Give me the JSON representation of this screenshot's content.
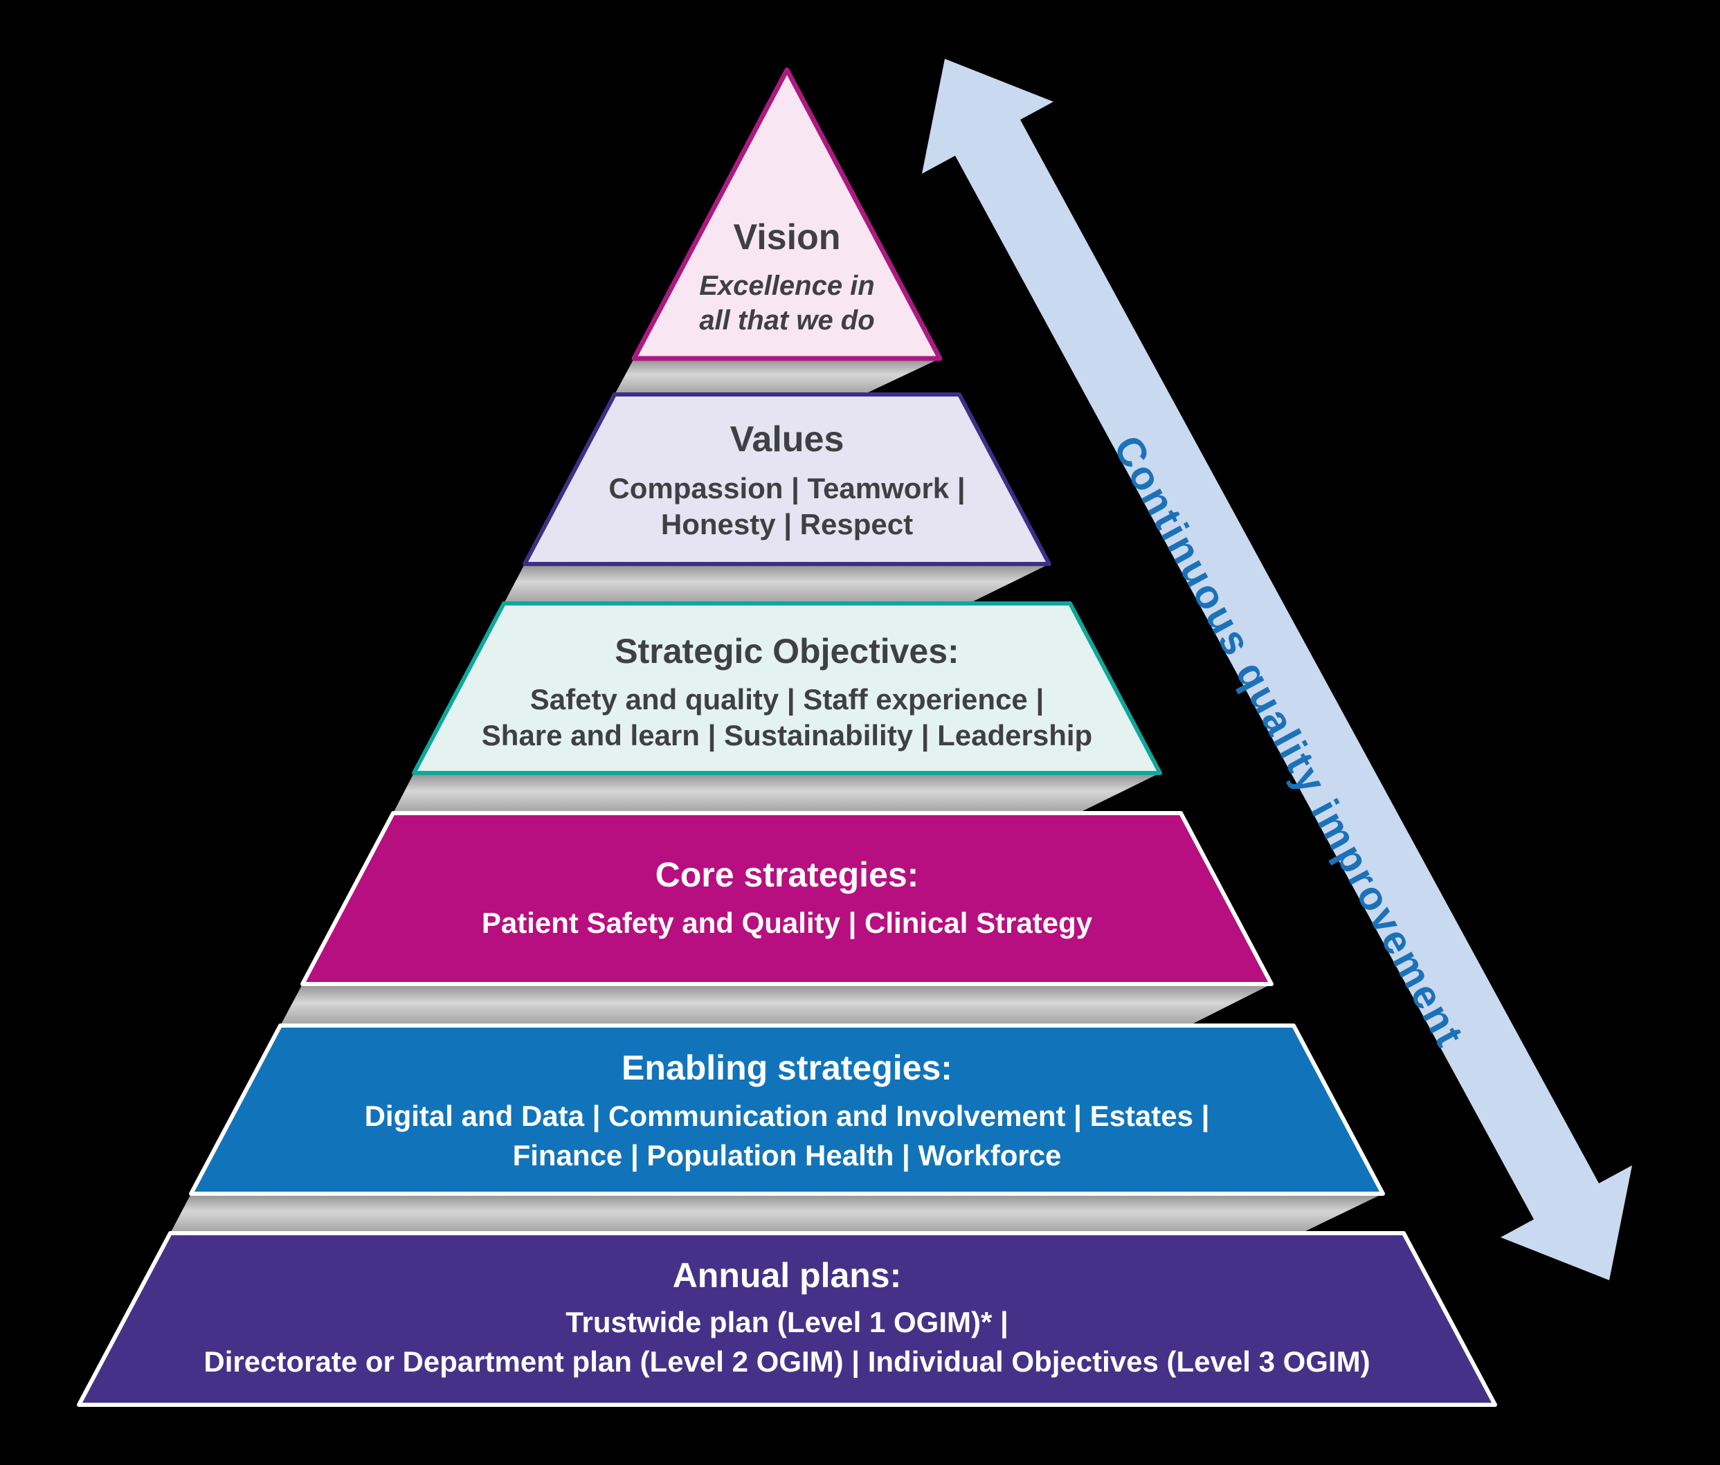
{
  "diagram": {
    "background": "#000000",
    "levels": [
      {
        "id": "vision",
        "title": "Vision",
        "lines": [
          "Excellence in",
          "all that we do"
        ],
        "fill": "#f8e7f2",
        "border": "#ab1a80",
        "text_color": "#3f4043"
      },
      {
        "id": "values",
        "title": "Values",
        "lines": [
          "Compassion | Teamwork |",
          "Honesty | Respect"
        ],
        "fill": "#e6e3f2",
        "border": "#3d2f85",
        "text_color": "#3f4043"
      },
      {
        "id": "strategic-objectives",
        "title": "Strategic Objectives:",
        "lines": [
          "Safety and quality | Staff experience |",
          "Share and learn | Sustainability | Leadership"
        ],
        "fill": "#e5f3f0",
        "border": "#0fa79b",
        "text_color": "#3f4043"
      },
      {
        "id": "core-strategies",
        "title": "Core strategies:",
        "lines": [
          "Patient Safety and Quality | Clinical Strategy"
        ],
        "fill": "#b70f7f",
        "border": "#ffffff",
        "text_color": "#ffffff"
      },
      {
        "id": "enabling-strategies",
        "title": "Enabling strategies:",
        "lines": [
          "Digital and Data | Communication and Involvement | Estates |",
          "Finance | Population Health | Workforce"
        ],
        "fill": "#1174bb",
        "border": "#ffffff",
        "text_color": "#ffffff"
      },
      {
        "id": "annual-plans",
        "title": "Annual plans:",
        "lines": [
          "Trustwide plan (Level 1 OGIM)* |",
          "Directorate or Department plan (Level 2 OGIM) | Individual Objectives (Level 3 OGIM)"
        ],
        "fill": "#463189",
        "border": "#ffffff",
        "text_color": "#ffffff"
      }
    ],
    "arrow": {
      "label": "Continuous quality improvement",
      "fill": "#c9d9f0",
      "text_color": "#1b72b8"
    }
  }
}
